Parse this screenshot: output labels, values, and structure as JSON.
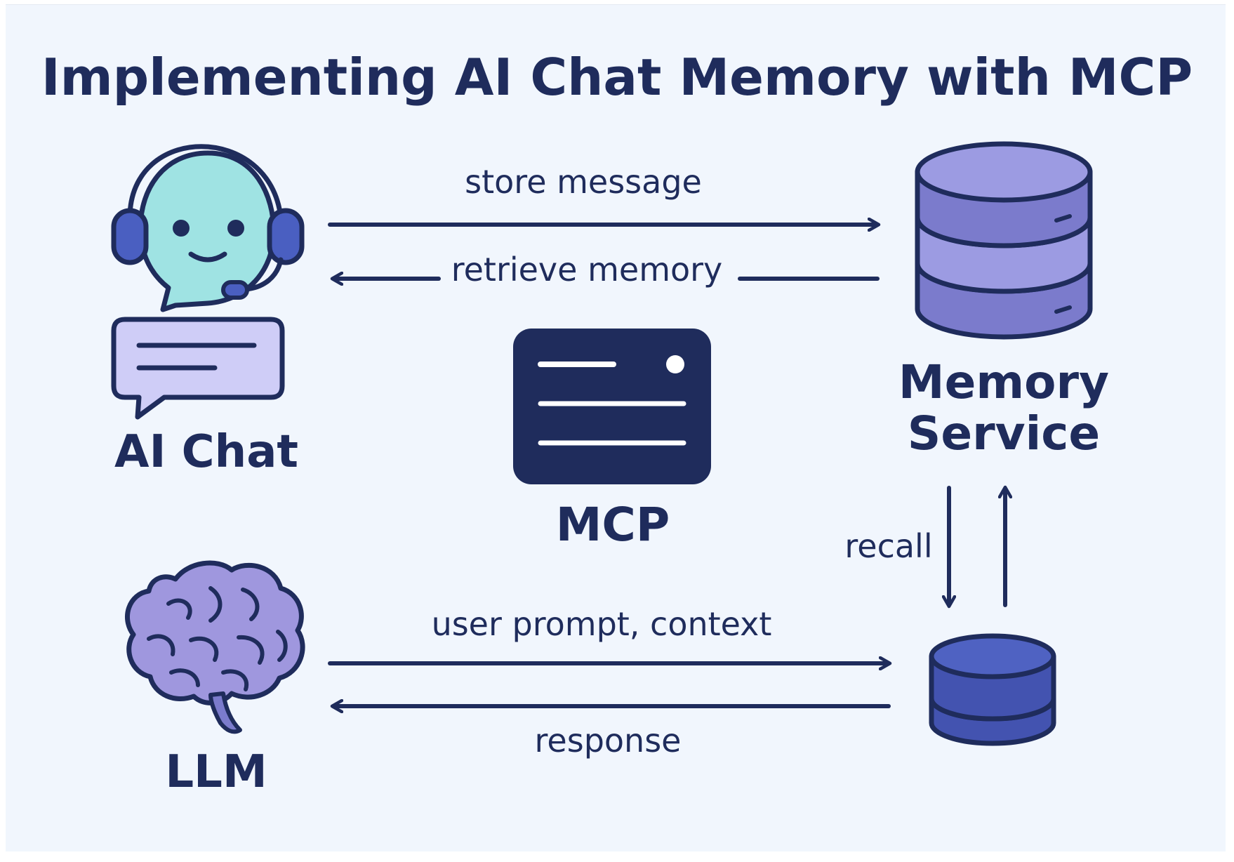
{
  "title": "Implementing AI Chat Memory with MCP",
  "nodes": {
    "ai_chat": {
      "label": "AI Chat",
      "icon": "headset-bot-chat-icon"
    },
    "mcp": {
      "label": "MCP",
      "icon": "server-icon"
    },
    "memory_service": {
      "label_line1": "Memory",
      "label_line2": "Service",
      "icon": "database-icon"
    },
    "llm": {
      "label": "LLM",
      "icon": "brain-icon"
    },
    "store": {
      "icon": "database-small-icon"
    }
  },
  "edges": {
    "store_message": "store message",
    "retrieve_memory": "retrieve memory",
    "recall": "recall",
    "user_prompt_context": "user prompt, context",
    "response": "response"
  },
  "colors": {
    "background": "#f1f6fd",
    "ink": "#1f2c5c",
    "bot_face": "#9fe3e3",
    "headset": "#4a5fc1",
    "chat_bubble": "#cfcdf7",
    "db_light": "#9c9be2",
    "db_dark": "#7b7bcc",
    "db_small": "#4353b0",
    "brain": "#9f97de"
  }
}
